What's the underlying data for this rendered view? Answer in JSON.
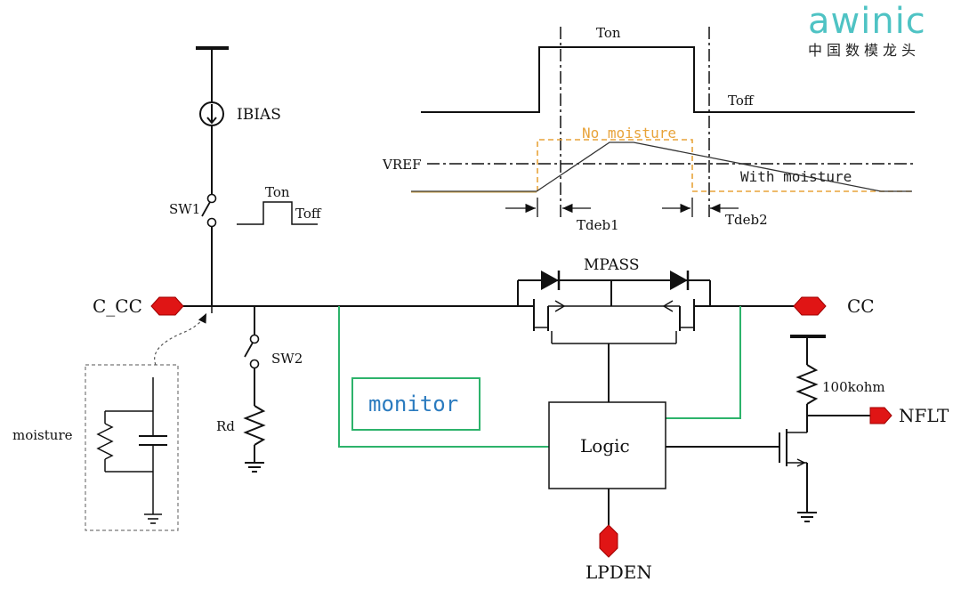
{
  "logo": {
    "name": "awinic",
    "tagline": "中国数模龙头"
  },
  "timing": {
    "ton": "Ton",
    "toff": "Toff",
    "vref": "VREF",
    "no_moisture": "No moisture",
    "with_moisture": "With moisture",
    "tdeb1": "Tdeb1",
    "tdeb2": "Tdeb2"
  },
  "circuit": {
    "ibias": "IBIAS",
    "sw1": "SW1",
    "sw1_ton": "Ton",
    "sw1_toff": "Toff",
    "sw2": "SW2",
    "rd": "Rd",
    "moisture": "moisture",
    "c_cc": "C_CC",
    "cc": "CC",
    "mpass": "MPASS",
    "monitor": "monitor",
    "logic": "Logic",
    "lpden": "LPDEN",
    "resistor": "100kohm",
    "nflt": "NFLT"
  },
  "colors": {
    "wire": "#111111",
    "monitor_trace": "#2db36b",
    "pin": "#e01515",
    "no_moisture": "#e8a33a",
    "monitor_text": "#2b7bbf",
    "logo": "#4fc3c4"
  }
}
